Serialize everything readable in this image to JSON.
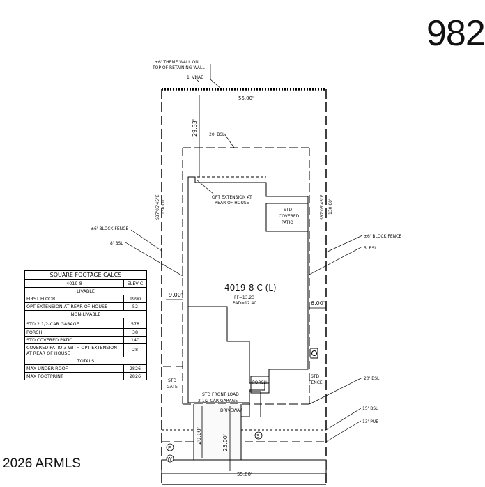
{
  "lot_number": "982",
  "copyright": "2026 ARMLS",
  "plan": {
    "model_label": "4019-8 C (L)",
    "ff": "FF=13.23",
    "pad": "PAD=12.40",
    "std_covered_patio": [
      "STD",
      "COVERED",
      "PATIO"
    ],
    "opt_extension": [
      "OPT EXTENSION AT",
      "REAR OF HOUSE"
    ],
    "garage": [
      "STD FRONT LOAD",
      "2 1/2-CAR GARAGE"
    ],
    "driveway": "DRIVEWAY",
    "porch": "PORCH",
    "std_gate": [
      "STD",
      "GATE"
    ],
    "std_fence": [
      "STD",
      "FENCE"
    ],
    "dim_top": "55.00'",
    "dim_bottom": "55.00'",
    "dim_rear": "29.33'",
    "dim_left_side": "9.00'",
    "dim_right_side": "6.00'",
    "dim_front_20": "20.00'",
    "dim_front_25": "25.00'",
    "left_bearing": [
      "S87'05'45\"E",
      "130.00'"
    ],
    "right_bearing": [
      "S87'05'45\"E",
      "130.00'"
    ],
    "theme_wall": [
      "±6' THEME WALL ON",
      "TOP OF RETAINING WALL"
    ],
    "vnae": "1' VNAE",
    "bsl_20_top": "20' BSL",
    "block_fence_left": "±6' BLOCK FENCE",
    "bsl_8": "8' BSL",
    "block_fence_right": "±6' BLOCK FENCE",
    "bsl_5": "5' BSL",
    "bsl_20_front": "20' BSL",
    "bsl_15": "15' BSL",
    "pue_13": "13' PUE",
    "marker_e": "E",
    "marker_w": "W",
    "marker_s": "S"
  },
  "calcs": {
    "title": "SQUARE FOOTAGE CALCS",
    "header": [
      "4019-8",
      "ELEV C"
    ],
    "livable_label": "LIVABLE",
    "livable": [
      {
        "label": "FIRST FLOOR",
        "value": "1990"
      },
      {
        "label": "OPT EXTENSION AT REAR OF HOUSE",
        "value": "52"
      }
    ],
    "nonlivable_label": "NON-LIVABLE",
    "nonlivable": [
      {
        "label": "STD 2 1/2-CAR GARAGE",
        "value": "578"
      },
      {
        "label": "PORCH",
        "value": "38"
      },
      {
        "label": "STD COVERED PATIO",
        "value": "140"
      },
      {
        "label": "COVERED PATIO 3 WITH OPT EXTENSION AT REAR OF HOUSE",
        "value": "28"
      }
    ],
    "totals_label": "TOTALS",
    "totals": [
      {
        "label": "MAX UNDER ROOF",
        "value": "2826"
      },
      {
        "label": "MAX FOOTPRINT",
        "value": "2826"
      }
    ]
  }
}
